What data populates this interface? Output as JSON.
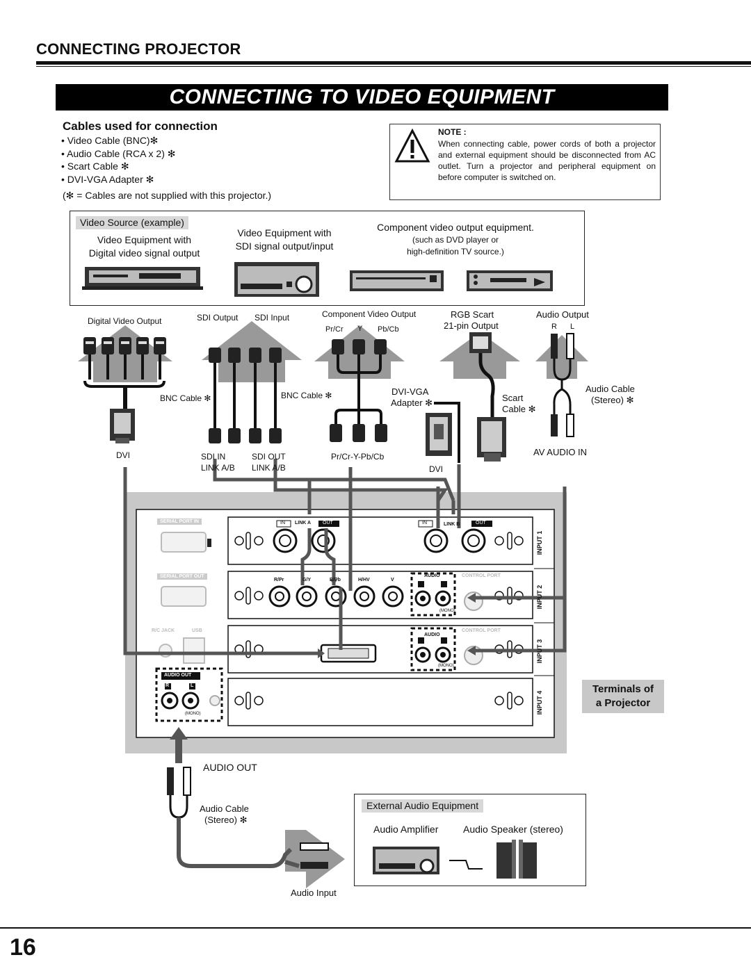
{
  "header": {
    "section_title": "CONNECTING PROJECTOR",
    "banner_title": "CONNECTING TO VIDEO EQUIPMENT"
  },
  "cables": {
    "heading": "Cables used for connection",
    "items": [
      "• Video Cable (BNC)✻",
      "• Audio Cable (RCA x 2) ✻",
      "• Scart Cable ✻",
      "• DVI-VGA Adapter ✻"
    ],
    "footnote": "(✻ = Cables are not supplied with this projector.)"
  },
  "note": {
    "heading": "NOTE :",
    "text": "When connecting cable, power cords of both a projector and external equipment should be disconnected from AC outlet. Turn a projector and peripheral equipment on before computer is switched on."
  },
  "video_source": {
    "label": "Video Source (example)",
    "dig_line1": "Video Equipment with",
    "dig_line2": "Digital video signal output",
    "sdi_line1": "Video Equipment with",
    "sdi_line2": "SDI signal output/input",
    "comp_line1": "Component video output equipment.",
    "comp_line2": "(such as DVD player or",
    "comp_line3": "high-definition TV source.)"
  },
  "outputs": {
    "digital": "Digital Video Output",
    "sdi_out": "SDI Output",
    "sdi_in": "SDI Input",
    "component": "Component Video Output",
    "comp_pr": "Pr/Cr",
    "comp_y": "Y",
    "comp_pb": "Pb/Cb",
    "rgb1": "RGB Scart",
    "rgb2": "21-pin Output",
    "audio": "Audio Output",
    "audio_r": "R",
    "audio_l": "L"
  },
  "cable_labels": {
    "bnc1": "BNC Cable ✻",
    "bnc2": "BNC Cable ✻",
    "dvivga1": "DVI-VGA",
    "dvivga2": "Adapter ✻",
    "scart1": "Scart",
    "scart2": "Cable ✻",
    "audiocable1": "Audio Cable",
    "audiocable2": "(Stereo) ✻"
  },
  "connector_labels": {
    "dvi": "DVI",
    "sdi_in1": "SDI IN",
    "sdi_in2": "LINK A/B",
    "sdi_out1": "SDI OUT",
    "sdi_out2": "LINK A/B",
    "comp": "Pr/Cr-Y-Pb/Cb",
    "dvi2": "DVI",
    "av_audio": "AV AUDIO IN"
  },
  "panel": {
    "serial_in": "SERIAL PORT IN",
    "serial_out": "SERIAL PORT OUT",
    "rc_jack": "R/C JACK",
    "usb": "USB",
    "audio_out": "AUDIO OUT",
    "mono": "(MONO)",
    "in": "IN",
    "out": "OUT",
    "link_a": "LINK A",
    "link_b": "LINK B",
    "rpr": "R/Pr",
    "gy": "G/Y",
    "bpb": "B/Pb",
    "hhv": "H/HV",
    "v": "V",
    "audio": "AUDIO",
    "control_port": "CONTROL PORT",
    "input1": "INPUT 1",
    "input2": "INPUT 2",
    "input3": "INPUT 3",
    "input4": "INPUT 4",
    "r": "R",
    "l": "L"
  },
  "terminals_label1": "Terminals of",
  "terminals_label2": "a Projector",
  "audio_out": {
    "label": "AUDIO OUT",
    "cable1": "Audio Cable",
    "cable2": "(Stereo) ✻",
    "input": "Audio Input"
  },
  "external": {
    "heading": "External Audio Equipment",
    "amp": "Audio Amplifier",
    "speaker": "Audio Speaker (stereo)"
  },
  "page_number": "16"
}
